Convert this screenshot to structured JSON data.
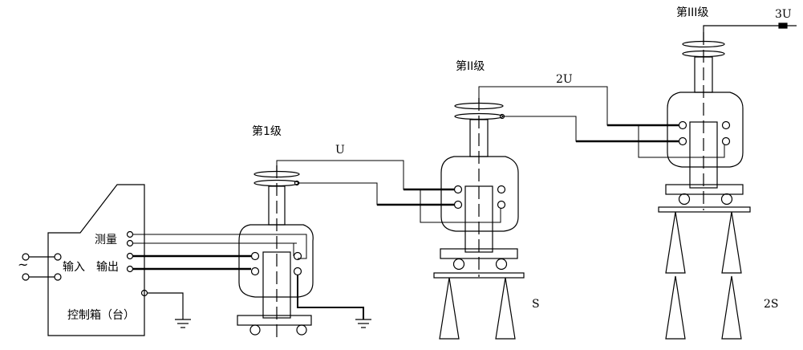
{
  "labels": {
    "stage1": "第1级",
    "stage2": "第II级",
    "stage3": "第III级",
    "v1": "U",
    "v2": "2U",
    "v3": "3U",
    "s1": "S",
    "s2": "2S",
    "measure": "测量",
    "input": "输入",
    "output": "输出",
    "ac": "~",
    "control_box": "控制箱（台）"
  },
  "colors": {
    "line": "#000000",
    "background": "#ffffff"
  }
}
